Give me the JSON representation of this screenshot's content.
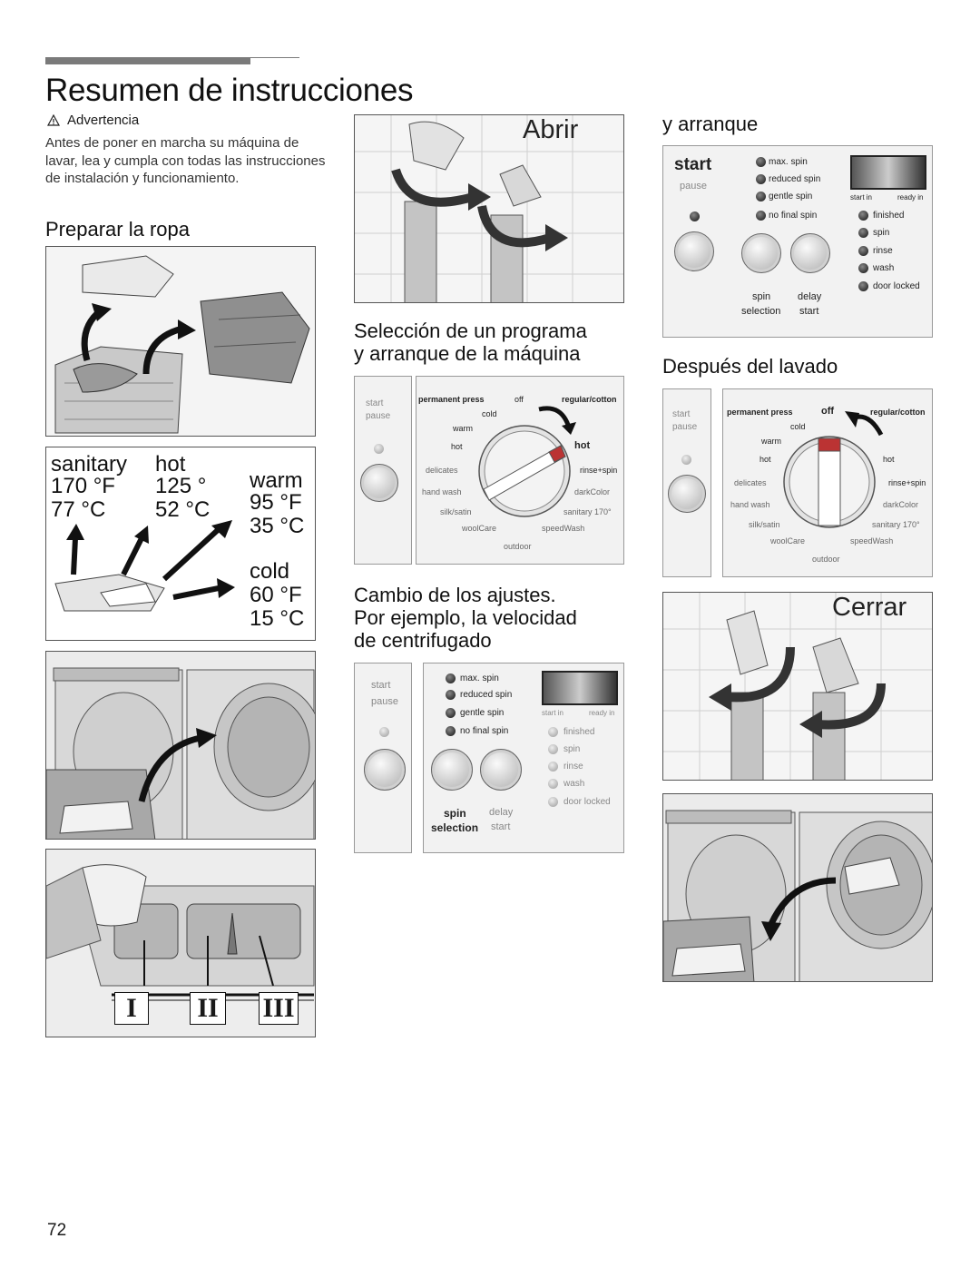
{
  "page": {
    "title": "Resumen de instrucciones",
    "page_number": "72"
  },
  "warning": {
    "heading": "Advertencia",
    "body": "Antes de poner en marcha su máquina de lavar, lea y cumpla con todas las instrucciones de instalación y funcionamiento."
  },
  "sections": {
    "prepare": "Preparar la ropa",
    "select_line1": "Selección de un programa",
    "select_line2": "y arranque de la máquina",
    "change_line1": "Cambio de los ajustes.",
    "change_line2": "Por ejemplo, la velocidad",
    "change_line3": "de centrifugado",
    "y_arranque": "y arranque",
    "after_wash": "Después del lavado",
    "open": "Abrir",
    "close": "Cerrar"
  },
  "temperatures": {
    "sanitary_label": "sanitary",
    "sanitary_f": "170 °F",
    "sanitary_c": "77 °C",
    "hot_label": "hot",
    "hot_f": "125 °",
    "hot_c": "52 °C",
    "warm_label": "warm",
    "warm_f": "95 °F",
    "warm_c": "35 °C",
    "cold_label": "cold",
    "cold_f": "60 °F",
    "cold_c": "15 °C"
  },
  "dispenser": {
    "compartments": [
      "I",
      "II",
      "III"
    ]
  },
  "control_panel": {
    "start": "start",
    "pause": "pause",
    "spin_options": [
      "max. spin",
      "reduced spin",
      "gentle spin",
      "no final spin"
    ],
    "status": [
      "finished",
      "spin",
      "rinse",
      "wash",
      "door locked"
    ],
    "start_in": "start in",
    "ready_in": "ready in",
    "spin_selection_1": "spin",
    "spin_selection_2": "selection",
    "delay_1": "delay",
    "delay_2": "start"
  },
  "dial": {
    "labels": {
      "permanent_press": "permanent press",
      "off": "off",
      "regular_cotton": "regular/cotton",
      "cold": "cold",
      "warm": "warm",
      "hot": "hot",
      "delicates": "delicates",
      "rinse_spin": "rinse+spin",
      "hand_wash": "hand wash",
      "dark_color": "darkColor",
      "silk_satin": "silk/satin",
      "sanitary": "sanitary 170°",
      "wool_care": "woolCare",
      "speed_wash": "speedWash",
      "outdoor": "outdoor"
    }
  }
}
